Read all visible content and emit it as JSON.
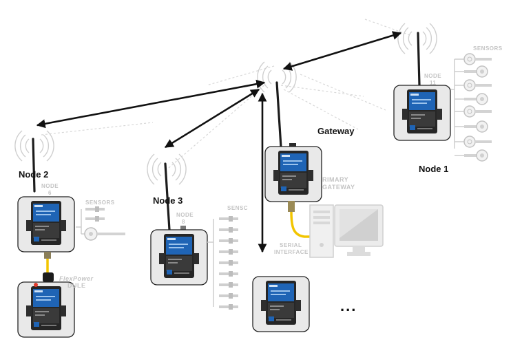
{
  "labels": {
    "node1": "Node 1",
    "node2": "Node 2",
    "node3": "Node 3",
    "gateway": "Gateway",
    "ellipsis": "..."
  },
  "faded_text": {
    "sensors_node1": "SENSORS",
    "node_11_a": "NODE",
    "node_11_b": "11",
    "sensors_node2": "SENSORS",
    "node_6_a": "NODE",
    "node_6_b": "6",
    "node_8_a": "NODE",
    "node_8_b": "8",
    "sensors_node3": "SENSC",
    "primary_a": "RIMARY",
    "primary_b": "GATEWAY",
    "serial_a": "SERIAL",
    "serial_b": "INTERFACE",
    "flexpower_a": "FlexPower",
    "flexpower_b": "DULE"
  },
  "colors": {
    "device_blue": "#1f64b5",
    "cable_yellow": "#f2c500",
    "arrow": "#111111",
    "faded": "#c4c4c4"
  }
}
